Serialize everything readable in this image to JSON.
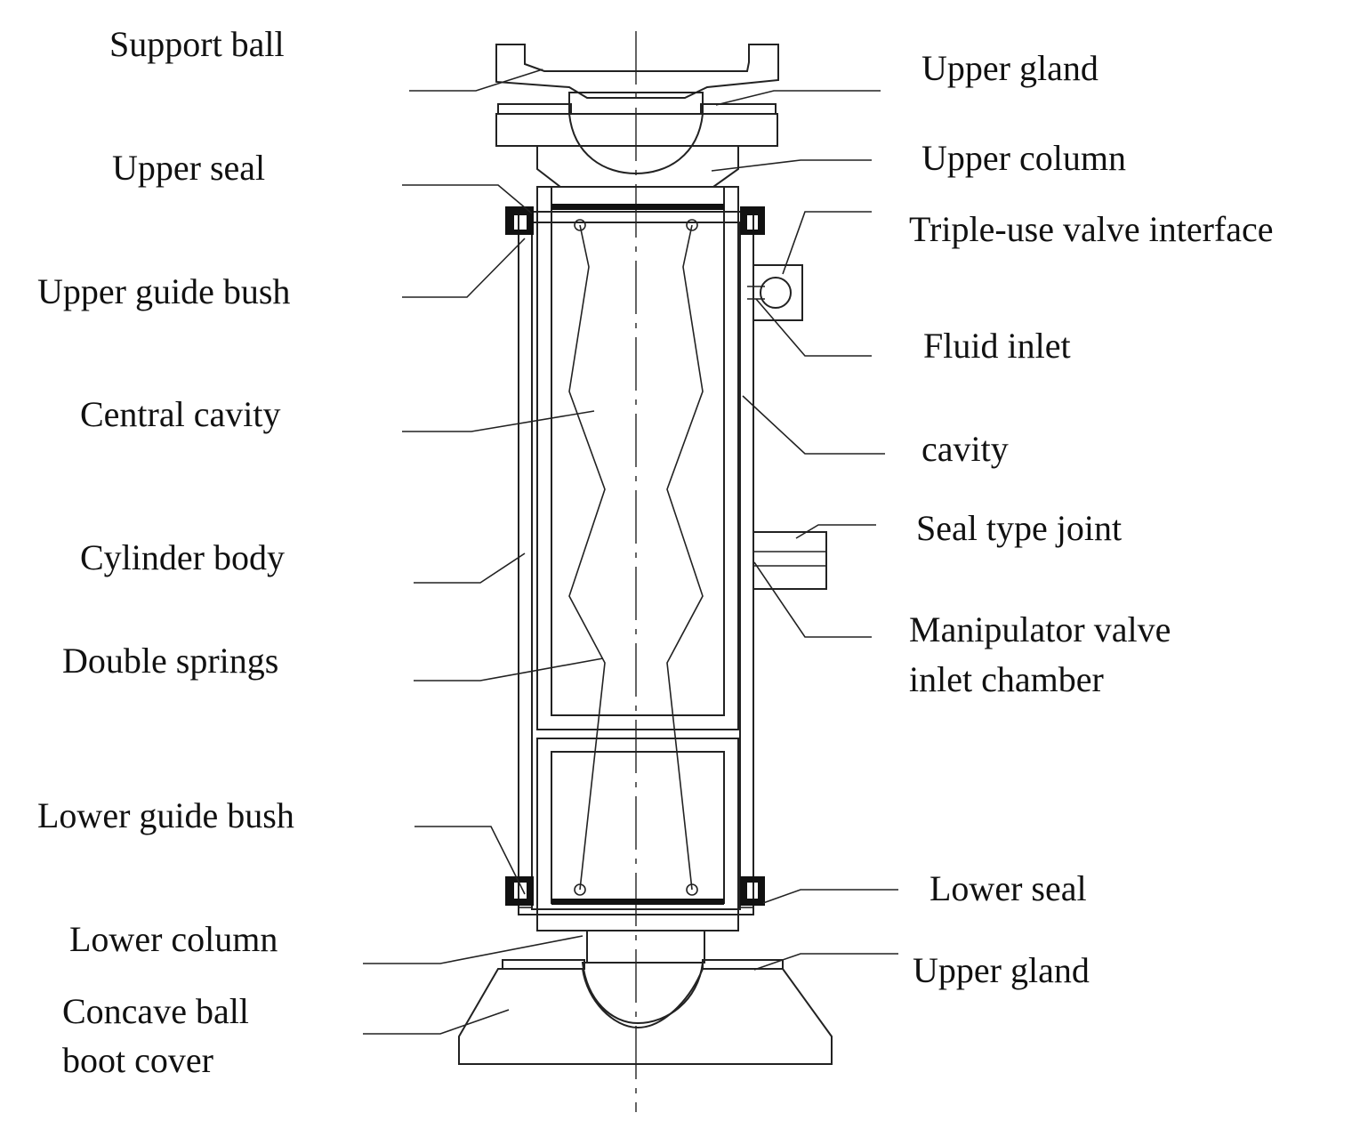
{
  "labels": {
    "support_ball": "Support ball",
    "upper_seal": "Upper seal",
    "upper_guide_bush": "Upper guide bush",
    "central_cavity": "Central cavity",
    "cylinder_body": "Cylinder body",
    "double_springs": "Double springs",
    "lower_guide_bush": "Lower guide bush",
    "lower_column": "Lower column",
    "concave_ball_boot_cover_1": "Concave ball",
    "concave_ball_boot_cover_2": "boot cover",
    "upper_gland_top": "Upper gland",
    "upper_column": "Upper column",
    "triple_use_valve_interface": "Triple-use valve interface",
    "fluid_inlet": "Fluid inlet",
    "cavity": "cavity",
    "seal_type_joint": "Seal type joint",
    "manipulator_valve_1": "Manipulator valve",
    "manipulator_valve_2": "inlet chamber",
    "lower_seal": "Lower seal",
    "upper_gland_bottom": "Upper gland"
  },
  "colors": {
    "line": "#222222",
    "seal_fill": "#111111",
    "background": "#ffffff"
  }
}
